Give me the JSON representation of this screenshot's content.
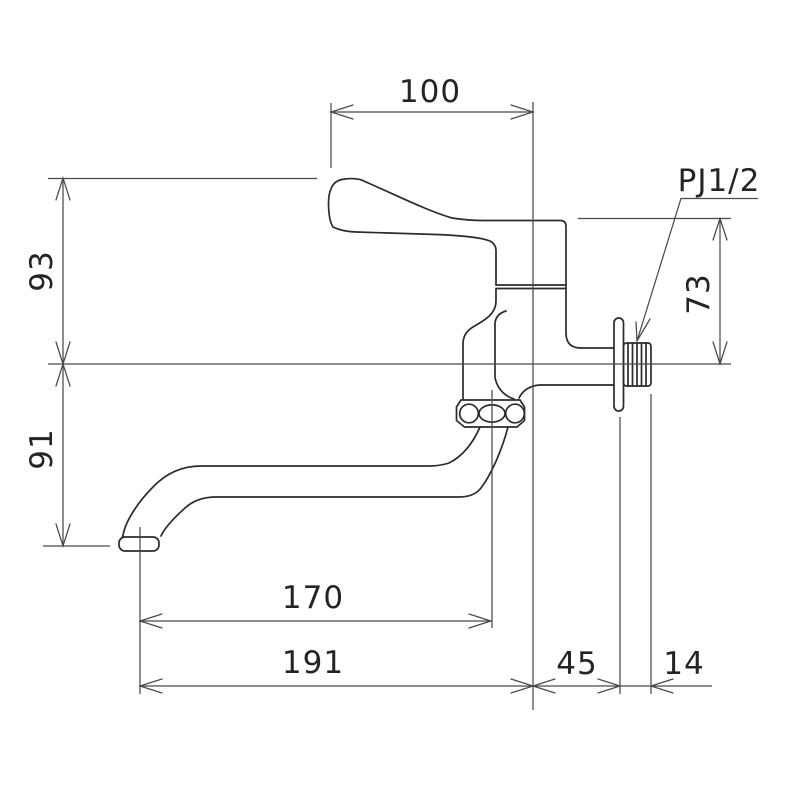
{
  "drawing": {
    "type": "technical-dimension-drawing",
    "subject": "wall-mounted single-lever faucet, side elevation",
    "units": "mm",
    "colors": {
      "background": "#ffffff",
      "object_line": "#2b2b2b",
      "dimension_line": "#4a4a4a",
      "text": "#242424"
    },
    "thread_spec": "PJ1/2",
    "dims": {
      "top_width": "100",
      "upper_height": "93",
      "lower_height": "91",
      "right_height": "73",
      "spout_reach": "170",
      "total_reach": "191",
      "wall_to_flange": "45",
      "thread_length": "14"
    },
    "dimension_list": [
      {
        "value": "100",
        "orientation": "horizontal",
        "measures": "wall to handle tip"
      },
      {
        "value": "93",
        "orientation": "vertical",
        "measures": "handle top to pipe centerline"
      },
      {
        "value": "91",
        "orientation": "vertical",
        "measures": "pipe centerline to spout outlet"
      },
      {
        "value": "73",
        "orientation": "vertical",
        "measures": "body top to pipe centerline"
      },
      {
        "value": "170",
        "orientation": "horizontal",
        "measures": "spout outlet to pivot axis"
      },
      {
        "value": "191",
        "orientation": "horizontal",
        "measures": "spout outlet to wall"
      },
      {
        "value": "45",
        "orientation": "horizontal",
        "measures": "wall to flange face"
      },
      {
        "value": "14",
        "orientation": "horizontal",
        "measures": "thread length"
      },
      {
        "value": "PJ1/2",
        "orientation": "leader",
        "measures": "inlet thread specification"
      }
    ]
  }
}
